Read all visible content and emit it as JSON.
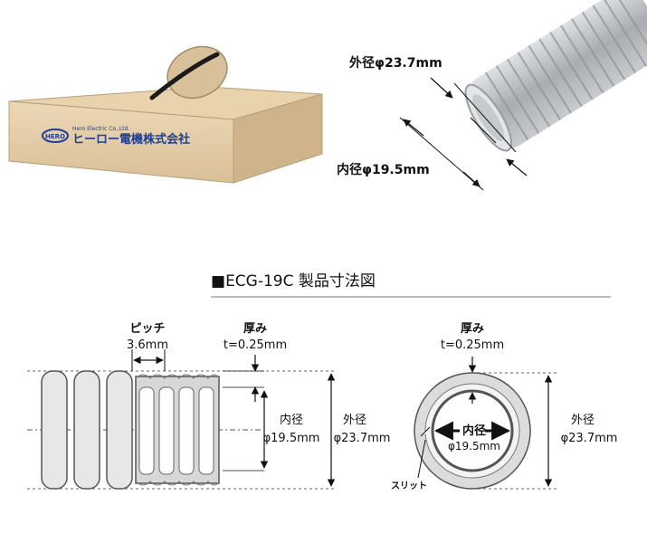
{
  "box": {
    "label_en": "Hero Electric Co.,Ltd.",
    "label_jp": "ヒーロー電機株式会社",
    "logo_text": "HERO"
  },
  "photo": {
    "outer_label": "外径φ23.7mm",
    "inner_label": "内径φ19.5mm"
  },
  "section": {
    "marker": "■",
    "title": "ECG-19C 製品寸法図"
  },
  "side_view": {
    "pitch_label": "ピッチ",
    "pitch_value": "3.6mm",
    "thickness_label": "厚み",
    "thickness_value": "t=0.25mm",
    "inner_label": "内径",
    "inner_value": "φ19.5mm",
    "outer_label": "外径",
    "outer_value": "φ23.7mm"
  },
  "cross_section": {
    "thickness_label": "厚み",
    "thickness_value": "t=0.25mm",
    "inner_label": "内径",
    "inner_value": "φ19.5mm",
    "outer_label": "外径",
    "outer_value": "φ23.7mm",
    "slit_label": "スリット"
  },
  "colors": {
    "tube_gray": "#b9bcbf",
    "tube_light": "#dfe1e3",
    "cardboard": "#e6d0ac",
    "logo_blue": "#1d3f95"
  }
}
